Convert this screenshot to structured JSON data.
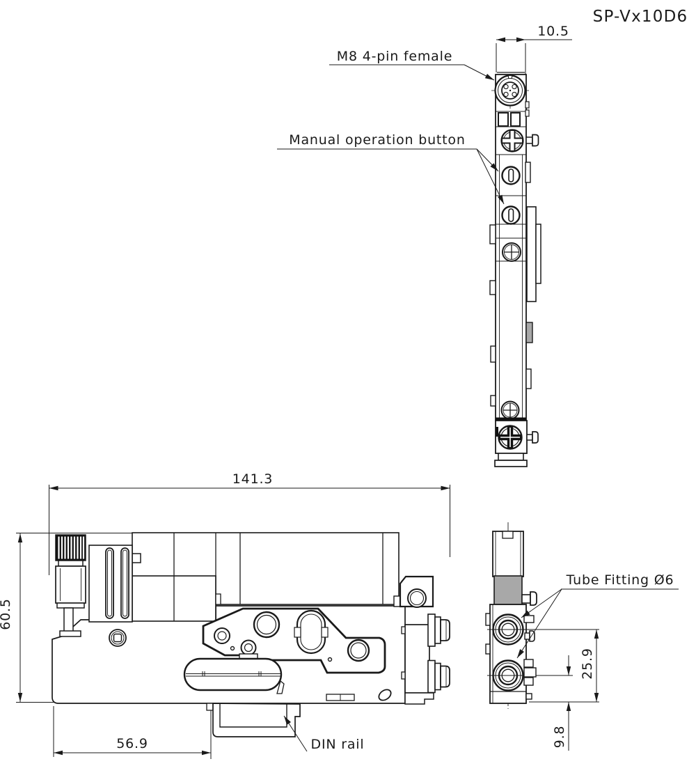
{
  "title": "SP-Vx10D6",
  "labels": {
    "connector": "M8 4-pin female",
    "manual_button": "Manual operation button",
    "tube_fitting": "Tube Fitting Ø6",
    "din_rail": "DIN rail"
  },
  "dimensions": {
    "front_width": "10.5",
    "overall_length": "141.3",
    "overall_height": "60.5",
    "din_rail_offset": "56.9",
    "upper_port_center_to_bottom": "25.9",
    "lower_port_center_to_bottom": "9.8"
  },
  "colors": {
    "line": "#1a1a1a",
    "background": "#ffffff",
    "shaded_part": "#a8a8a8",
    "knob": "#111111"
  }
}
